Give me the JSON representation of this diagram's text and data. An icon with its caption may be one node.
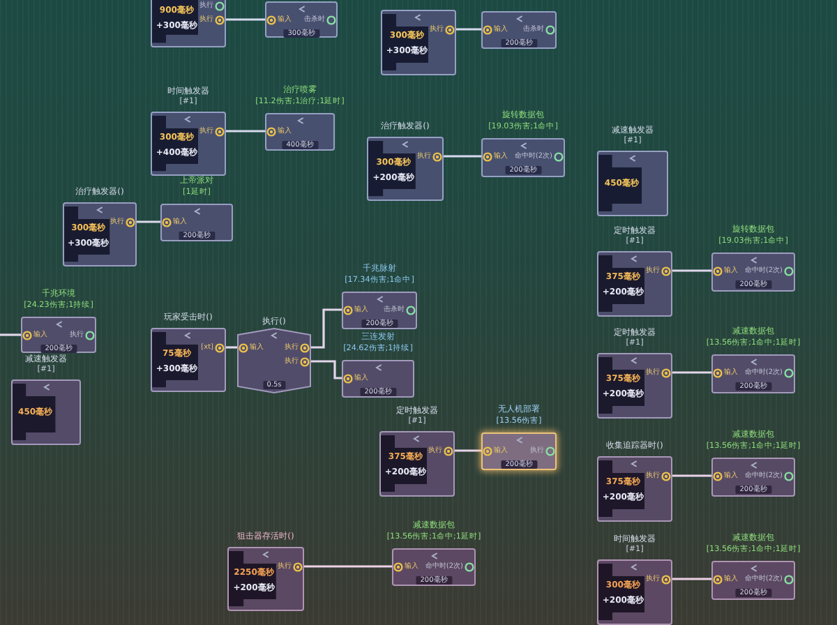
{
  "diagram": {
    "nodes": [
      {
        "text": [
          "900毫秒",
          "+300毫秒",
          "执行",
          "执行"
        ]
      },
      {
        "text": [
          "输入",
          "击杀时",
          "300毫秒"
        ]
      },
      {
        "text": [
          "300毫秒",
          "+300毫秒",
          "执行"
        ]
      },
      {
        "text": [
          "输入",
          "击杀时",
          "200毫秒"
        ]
      },
      {
        "text": [
          "时间触发器",
          "[#1]",
          "300毫秒",
          "+400毫秒",
          "执行"
        ]
      },
      {
        "text": [
          "治疗喷雾",
          "[11.2伤害;1治疗;1延时]",
          "输入",
          "400毫秒"
        ]
      },
      {
        "text": [
          "治疗触发器()",
          "300毫秒",
          "+200毫秒",
          "执行"
        ]
      },
      {
        "text": [
          "旋转数据包",
          "[19.03伤害;1命中]",
          "输入",
          "命中时(2次)",
          "200毫秒"
        ]
      },
      {
        "text": [
          "减速触发器",
          "[#1]",
          "450毫秒"
        ]
      },
      {
        "text": [
          "治疗触发器()",
          "300毫秒",
          "+300毫秒",
          "执行"
        ]
      },
      {
        "text": [
          "上帝派对",
          "[1延时]",
          "输入",
          "200毫秒"
        ]
      },
      {
        "text": [
          "定时触发器",
          "[#1]",
          "375毫秒",
          "+200毫秒",
          "执行"
        ]
      },
      {
        "text": [
          "旋转数据包",
          "[19.03伤害;1命中]",
          "输入",
          "命中时(2次)",
          "200毫秒"
        ]
      },
      {
        "text": [
          "千兆脉射",
          "[17.34伤害;1命中]",
          "输入",
          "击杀时",
          "200毫秒"
        ]
      },
      {
        "text": [
          "千兆环境",
          "[24.23伤害;1持续]",
          "输入",
          "执行",
          "200毫秒"
        ]
      },
      {
        "text": [
          "玩家受击时()",
          "75毫秒",
          "+300毫秒",
          "[xt]"
        ]
      },
      {
        "text": [
          "执行()",
          "输入",
          "执行",
          "执行",
          "0.5s"
        ]
      },
      {
        "text": [
          "三连发射",
          "[24.62伤害;1持续]",
          "输入",
          "200毫秒"
        ]
      },
      {
        "text": [
          "定时触发器",
          "[#1]",
          "375毫秒",
          "+200毫秒",
          "执行"
        ]
      },
      {
        "text": [
          "减速数据包",
          "[13.56伤害;1命中;1延时]",
          "输入",
          "命中时(2次)",
          "200毫秒"
        ]
      },
      {
        "text": [
          "减速触发器",
          "[#1]",
          "450毫秒"
        ]
      },
      {
        "text": [
          "定时触发器",
          "[#1]",
          "375毫秒",
          "+200毫秒",
          "执行"
        ]
      },
      {
        "text": [
          "无人机部署",
          "[13.56伤害]",
          "输入",
          "执行",
          "200毫秒"
        ]
      },
      {
        "text": [
          "收集追踪器时()",
          "375毫秒",
          "+200毫秒",
          "执行"
        ]
      },
      {
        "text": [
          "减速数据包",
          "[13.56伤害;1命中;1延时]",
          "输入",
          "命中时(2次)",
          "200毫秒"
        ]
      },
      {
        "text": [
          "狙击器存活时()",
          "2250毫秒",
          "+200毫秒",
          "执行"
        ]
      },
      {
        "text": [
          "减速数据包",
          "[13.56伤害;1命中;1延时]",
          "输入",
          "命中时(2次)",
          "200毫秒"
        ]
      },
      {
        "text": [
          "时间触发器",
          "[#1]",
          "300毫秒",
          "+200毫秒",
          "执行"
        ]
      },
      {
        "text": [
          "减速数据包",
          "[13.56伤害;1命中;1延时]",
          "输入",
          "命中时(2次)",
          "200毫秒"
        ]
      }
    ],
    "edges": [
      {
        "from": 0,
        "to": 1,
        "arrow": "none"
      },
      {
        "from": 2,
        "to": 3,
        "arrow": "none"
      },
      {
        "from": 4,
        "to": 5,
        "arrow": "none"
      },
      {
        "from": 6,
        "to": 7,
        "arrow": "none"
      },
      {
        "from": 9,
        "to": 10,
        "arrow": "none"
      },
      {
        "from": 11,
        "to": 12,
        "arrow": "none"
      },
      {
        "from": null,
        "to": 14,
        "arrow": "none"
      },
      {
        "from": 15,
        "to": 16,
        "arrow": "none"
      },
      {
        "from": 16,
        "to": 13,
        "arrow": "none"
      },
      {
        "from": 16,
        "to": 17,
        "arrow": "none"
      },
      {
        "from": 18,
        "to": 19,
        "arrow": "none"
      },
      {
        "from": 21,
        "to": 22,
        "arrow": "none"
      },
      {
        "from": 23,
        "to": 24,
        "arrow": "none"
      },
      {
        "from": 25,
        "to": 26,
        "arrow": "none"
      },
      {
        "from": 27,
        "to": 28,
        "arrow": "none"
      }
    ]
  }
}
